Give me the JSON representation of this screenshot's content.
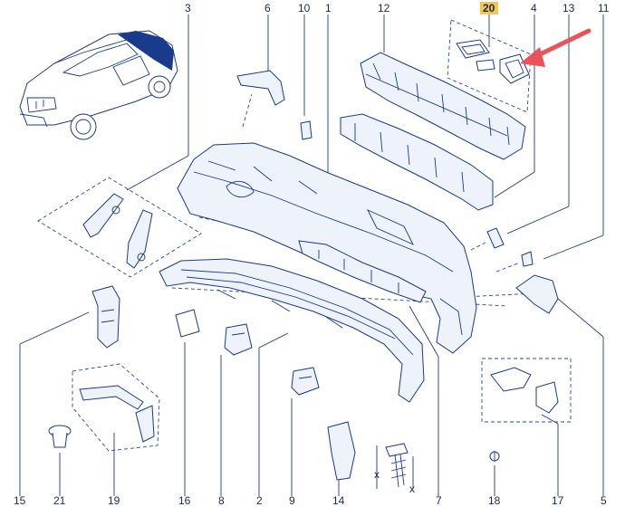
{
  "diagram": {
    "callouts": {
      "c1": "1",
      "c2": "2",
      "c3": "3",
      "c4": "4",
      "c5": "5",
      "c6": "6",
      "c8": "8",
      "c9": "9",
      "c10": "10",
      "c11": "11",
      "c12": "12",
      "c13": "13",
      "c14": "14",
      "c15": "15",
      "c16": "16",
      "c17": "17",
      "c18": "18",
      "c19": "19",
      "c20": "20",
      "c21": "21"
    },
    "highlighted_callout": "20",
    "dimension_marks": {
      "x1": "x",
      "x2": "x"
    },
    "colors": {
      "line": "#1a3a8c",
      "highlight": "#f2c84b",
      "arrow": "#e8545a"
    }
  }
}
